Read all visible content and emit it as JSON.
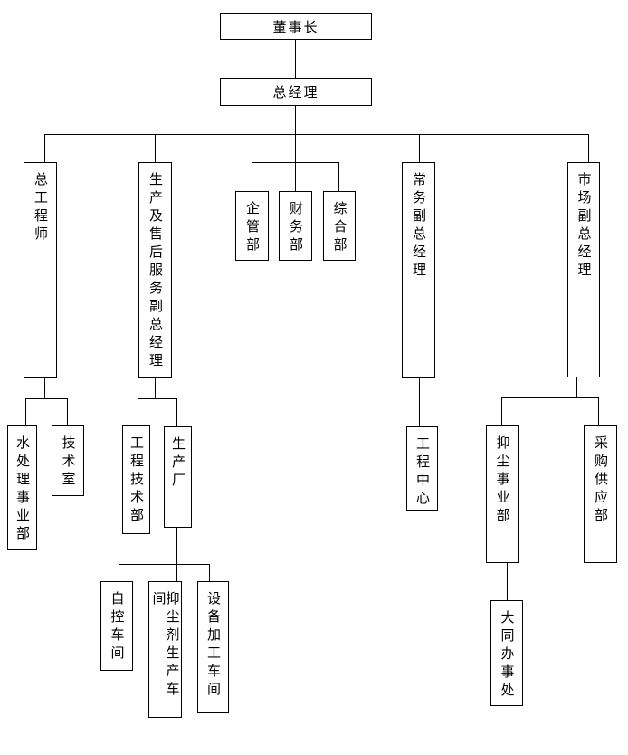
{
  "diagram": {
    "type": "org-chart",
    "background_color": "#ffffff",
    "line_color": "#000000",
    "box_border_color": "#000000",
    "text_color": "#000000"
  },
  "nodes": {
    "chairman": {
      "label": "董事长"
    },
    "general_manager": {
      "label": "总经理"
    },
    "chief_engineer": {
      "label": "总工程师"
    },
    "production_aftersales_vp": {
      "label": "生产及售后服务副总经理"
    },
    "enterprise_mgmt_dept": {
      "label": "企管部"
    },
    "finance_dept": {
      "label": "财务部"
    },
    "general_affairs_dept": {
      "label": "综合部"
    },
    "executive_vp": {
      "label": "常务副总经理"
    },
    "marketing_vp": {
      "label": "市场副总经理"
    },
    "water_treatment_div": {
      "label": "水处理事业部"
    },
    "tech_office": {
      "label": "技术室"
    },
    "eng_tech_dept": {
      "label": "工程技术部"
    },
    "production_plant": {
      "label": "生产厂"
    },
    "eng_center": {
      "label": "工程中心"
    },
    "dust_suppression_div": {
      "label": "抑尘事业部"
    },
    "procurement_supply_dept": {
      "label": "采购供应部"
    },
    "auto_control_workshop": {
      "label": "自控车间"
    },
    "dust_agent_workshop": {
      "label": "抑尘剂生产车间"
    },
    "equipment_workshop": {
      "label": "设备加工车间"
    },
    "datong_office": {
      "label": "大同办事处"
    }
  },
  "hierarchy": {
    "chairman": [
      "general_manager"
    ],
    "general_manager": [
      "chief_engineer",
      "production_aftersales_vp",
      "enterprise_mgmt_dept",
      "finance_dept",
      "general_affairs_dept",
      "executive_vp",
      "marketing_vp"
    ],
    "chief_engineer": [
      "water_treatment_div",
      "tech_office"
    ],
    "production_aftersales_vp": [
      "eng_tech_dept",
      "production_plant"
    ],
    "production_plant": [
      "auto_control_workshop",
      "dust_agent_workshop",
      "equipment_workshop"
    ],
    "executive_vp": [
      "eng_center"
    ],
    "marketing_vp": [
      "dust_suppression_div",
      "procurement_supply_dept"
    ],
    "dust_suppression_div": [
      "datong_office"
    ]
  }
}
